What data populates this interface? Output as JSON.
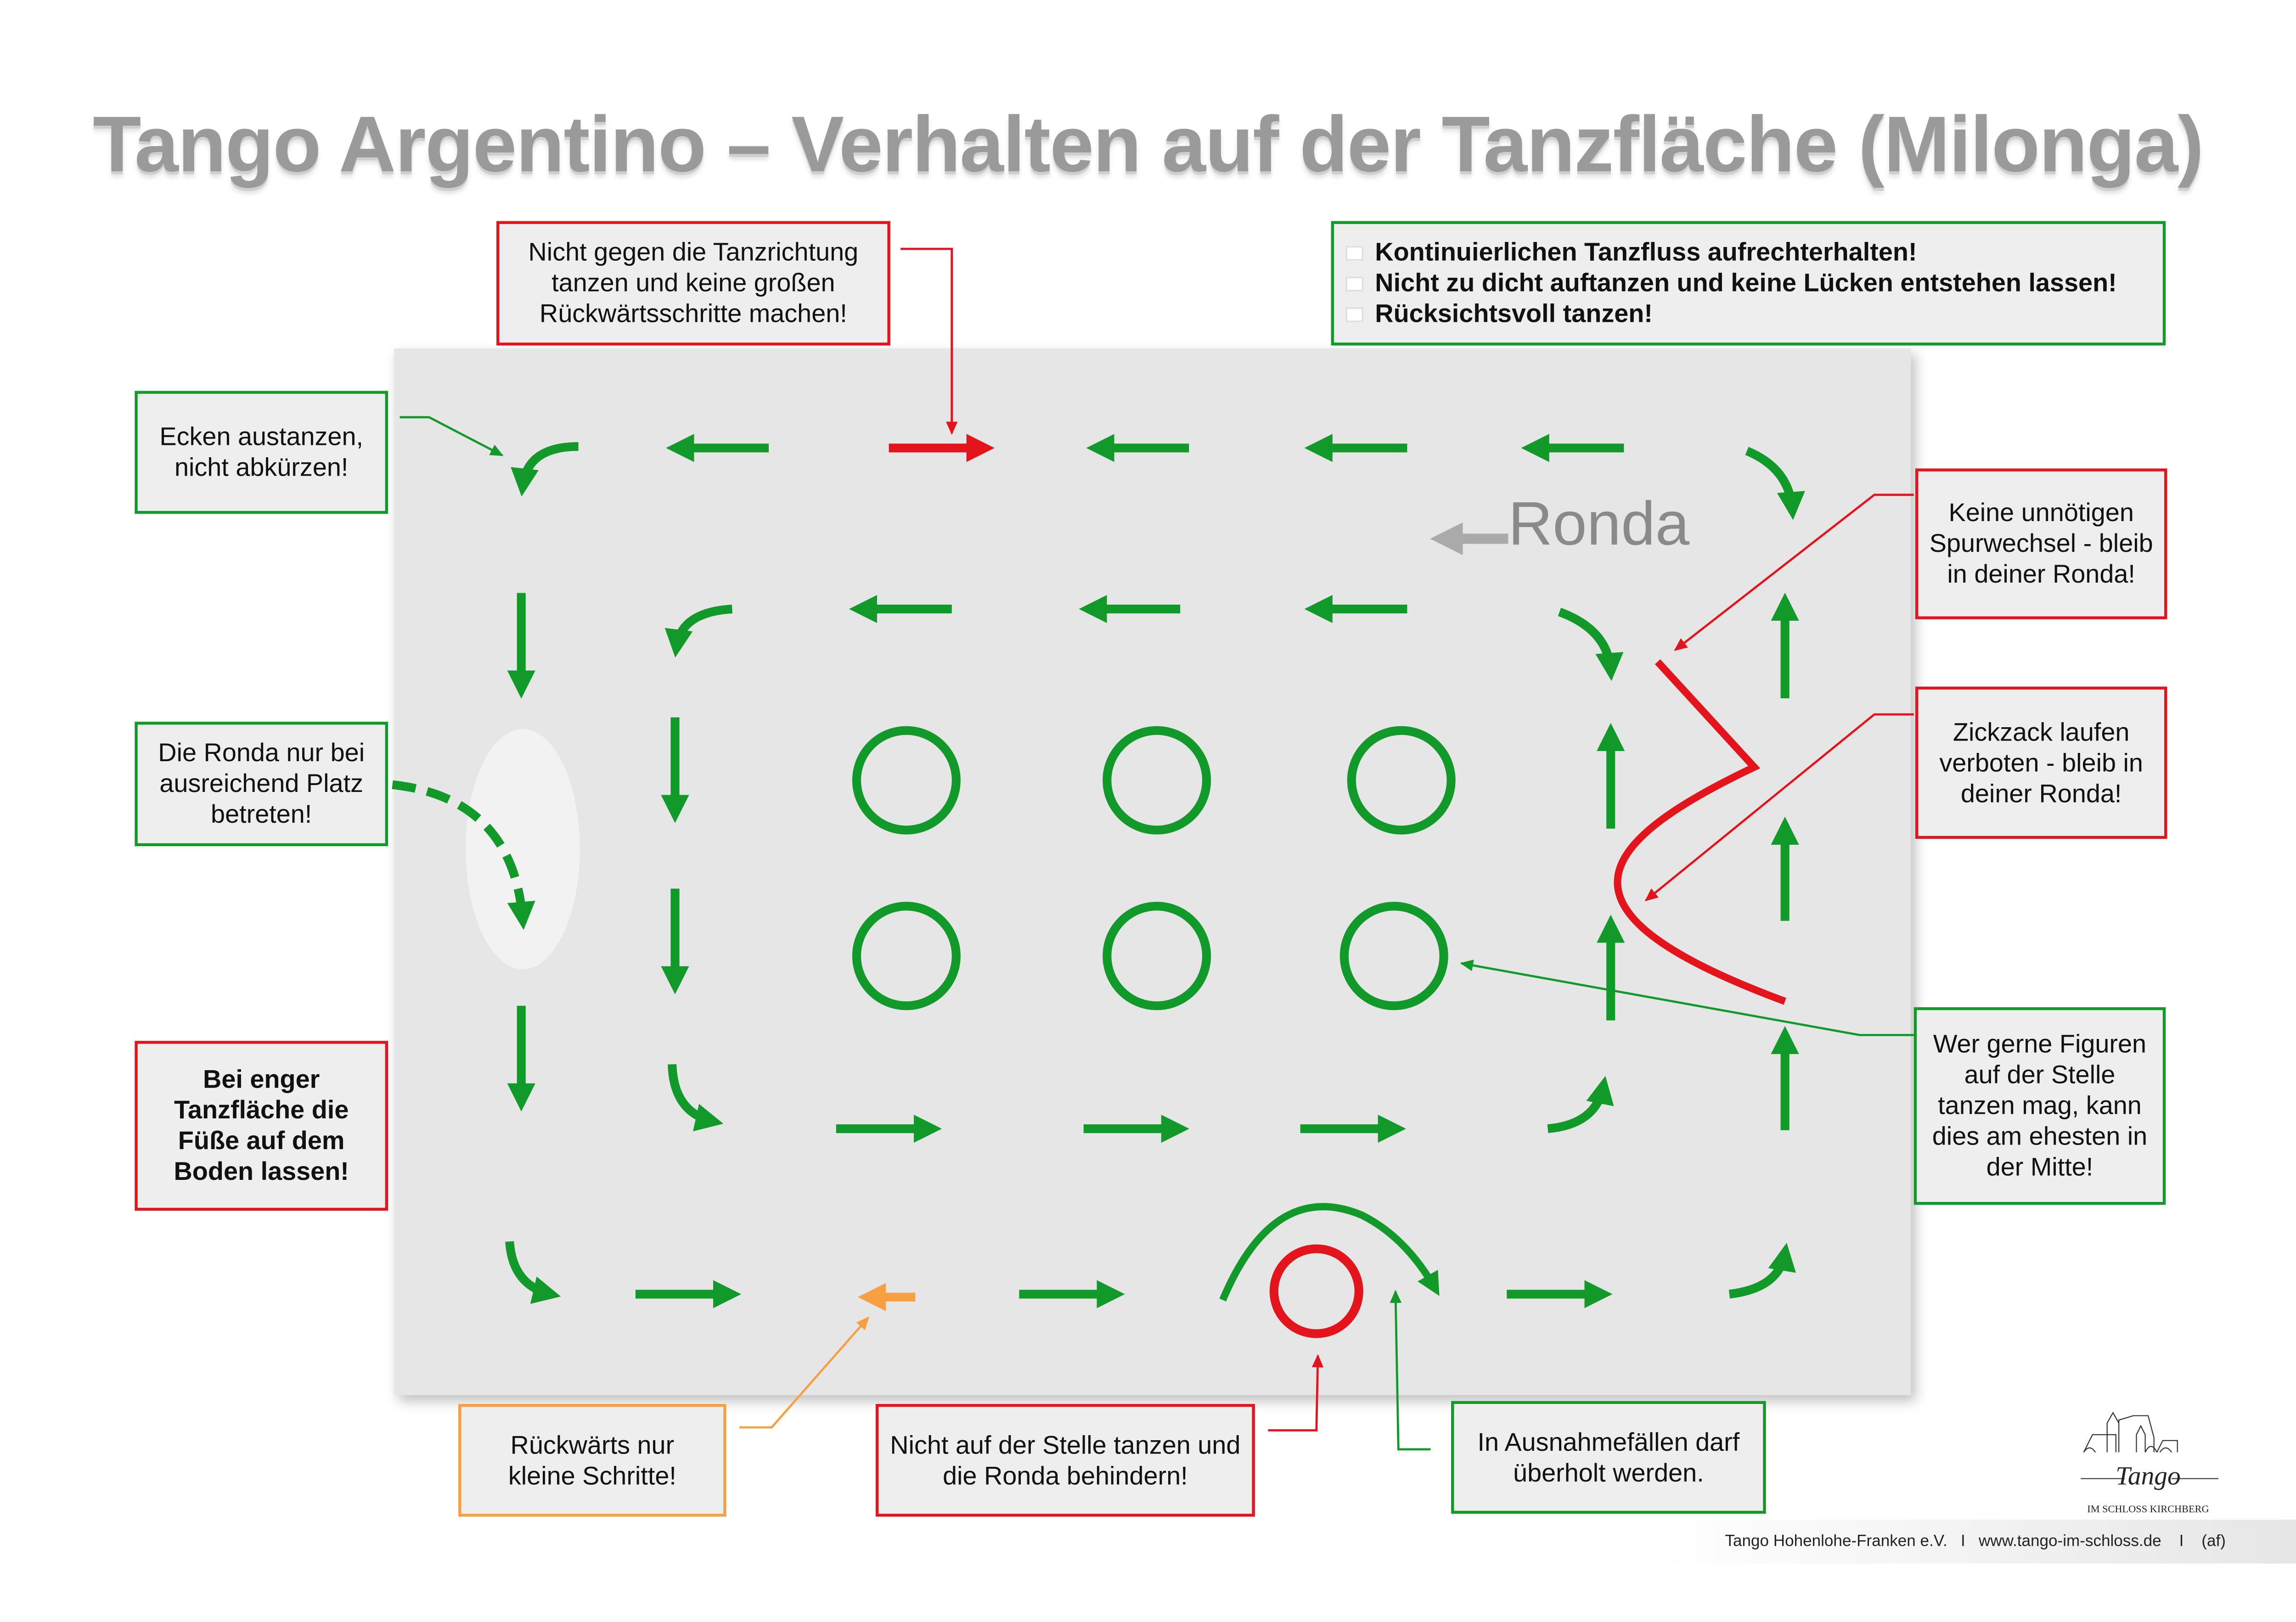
{
  "title": "Tango Argentino – Verhalten auf der Tanzfläche (Milonga)",
  "floor_label": "Ronda",
  "boxes": {
    "tanzrichtung": "Nicht gegen die Tanzrichtung tanzen und keine großen Rückwärtsschritte machen!",
    "rules": [
      "Kontinuierlichen Tanzfluss aufrechterhalten!",
      "Nicht zu dicht auftanzen und keine Lücken entstehen lassen!",
      "Rücksichtsvoll tanzen!"
    ],
    "ecken": "Ecken austanzen, nicht abkürzen!",
    "betreten": "Die Ronda nur bei ausreichend Platz betreten!",
    "enger": "Bei enger Tanzfläche die Füße auf dem Boden lassen!",
    "spurwechsel": "Keine unnötigen Spurwechsel - bleib in deiner Ronda!",
    "zickzack": "Zickzack laufen verboten - bleib in deiner Ronda!",
    "figuren": "Wer gerne Figuren auf der Stelle tanzen mag, kann dies am ehesten in der Mitte!",
    "rueckwaerts": "Rückwärts nur kleine Schritte!",
    "stelle": "Nicht auf der Stelle tanzen und die Ronda behindern!",
    "ueberholen": "In Ausnahmefällen darf überholt werden."
  },
  "logo": {
    "name": "Tango",
    "subtitle": "IM SCHLOSS KIRCHBERG"
  },
  "footer": "Tango Hohenlohe-Franken e.V.   I   www.tango-im-schloss.de    I    (af)",
  "colors": {
    "green": "#119a2a",
    "red": "#e3141c",
    "orange": "#f7a043",
    "floor": "#e6e6e6"
  }
}
